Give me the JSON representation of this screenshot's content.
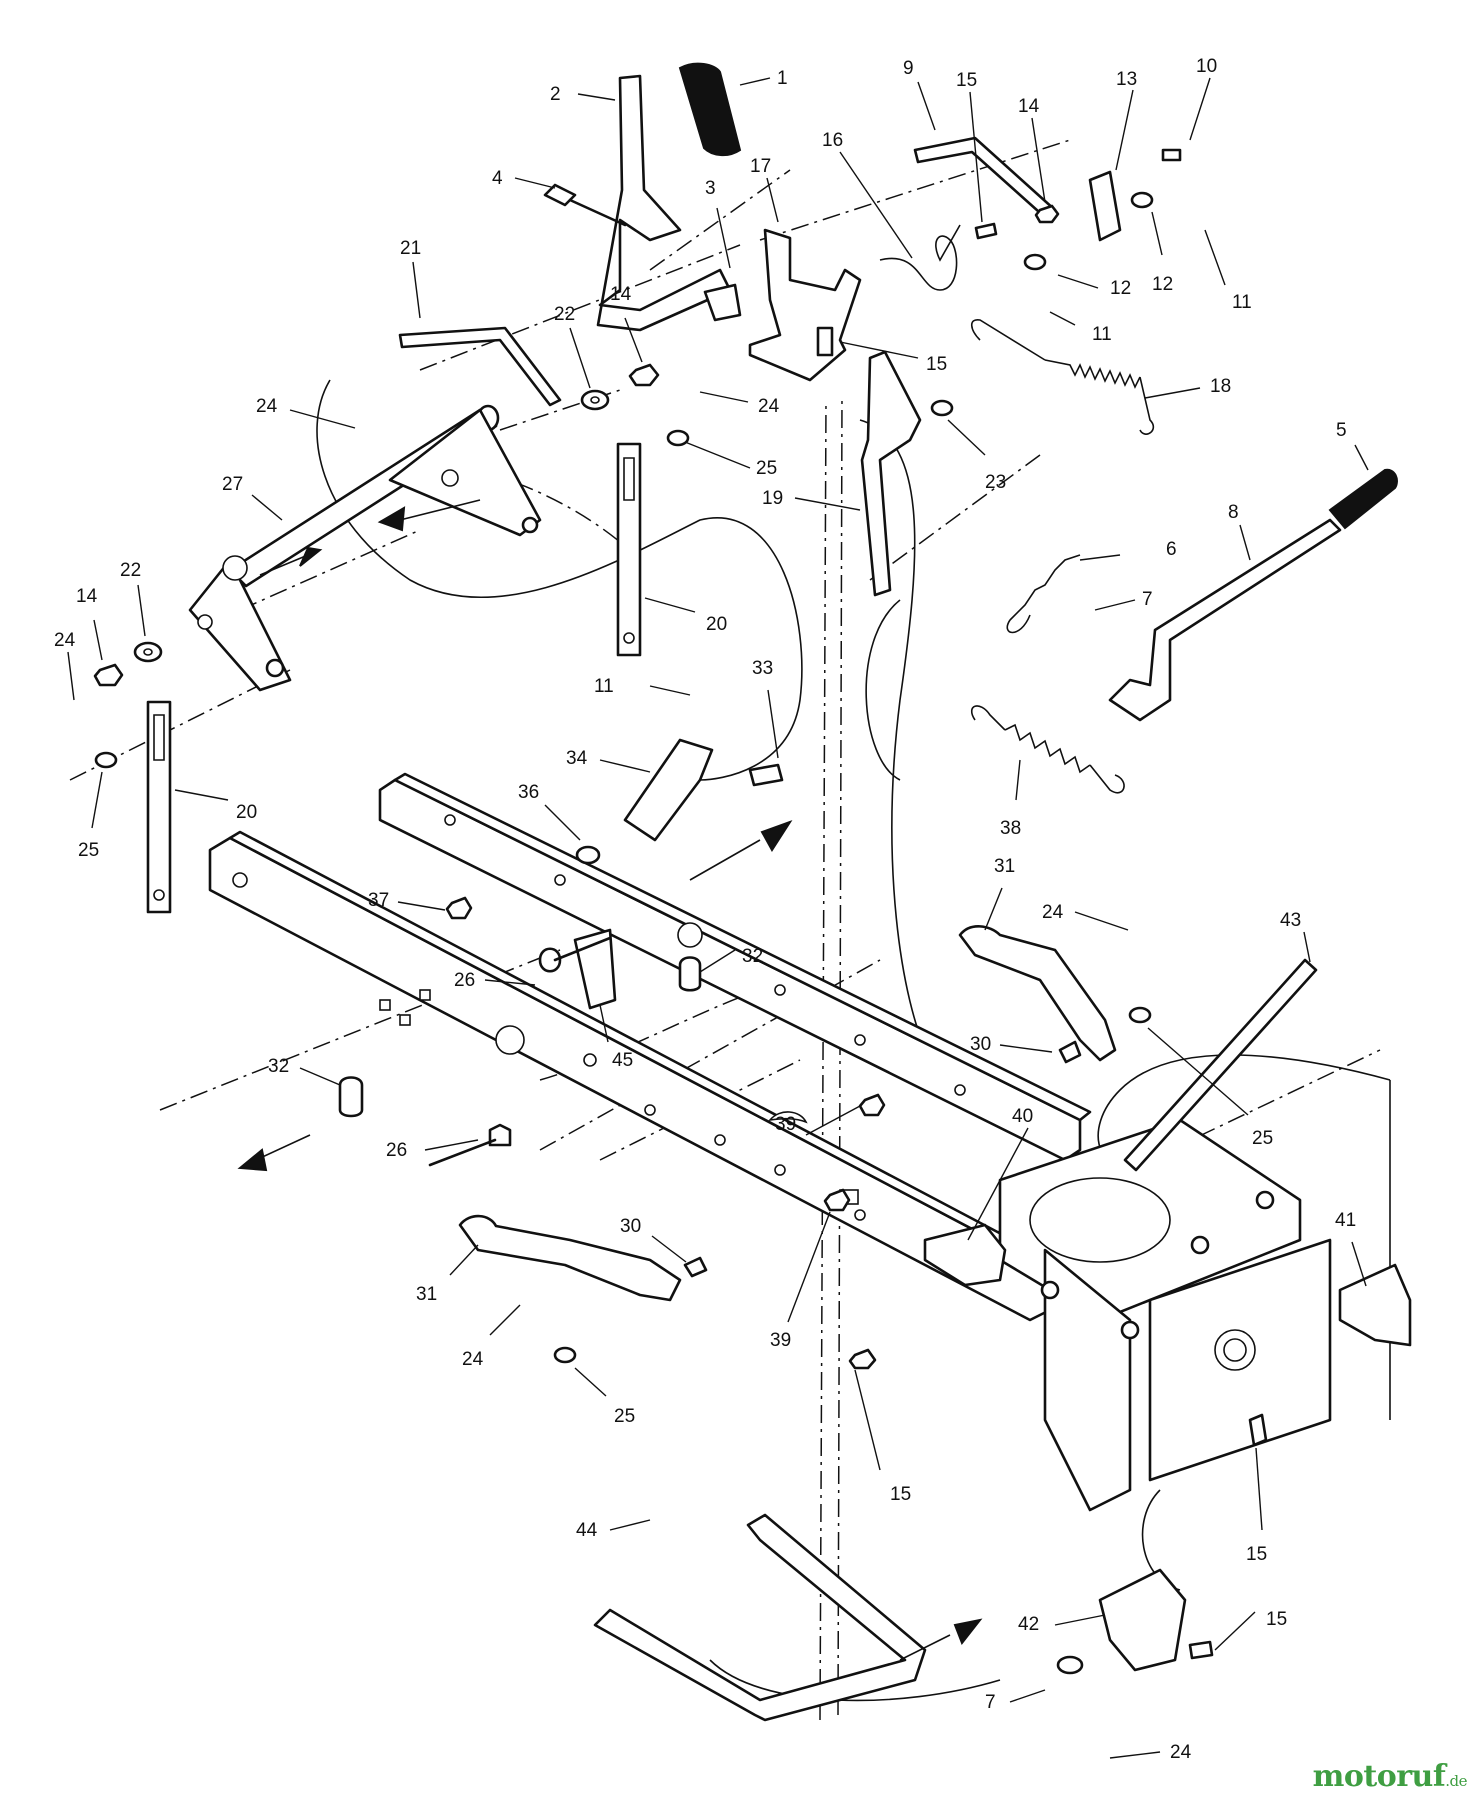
{
  "watermark": {
    "brand": "motoruf",
    "tld": ".de"
  },
  "callouts": [
    {
      "id": "c1",
      "text": "1"
    },
    {
      "id": "c2",
      "text": "2"
    },
    {
      "id": "c3",
      "text": "3"
    },
    {
      "id": "c4",
      "text": "4"
    },
    {
      "id": "c5",
      "text": "5"
    },
    {
      "id": "c6",
      "text": "6"
    },
    {
      "id": "c7a",
      "text": "7"
    },
    {
      "id": "c7b",
      "text": "7"
    },
    {
      "id": "c8",
      "text": "8"
    },
    {
      "id": "c9",
      "text": "9"
    },
    {
      "id": "c10",
      "text": "10"
    },
    {
      "id": "c11a",
      "text": "11"
    },
    {
      "id": "c11b",
      "text": "11"
    },
    {
      "id": "c11c",
      "text": "11"
    },
    {
      "id": "c12a",
      "text": "12"
    },
    {
      "id": "c12b",
      "text": "12"
    },
    {
      "id": "c13",
      "text": "13"
    },
    {
      "id": "c14a",
      "text": "14"
    },
    {
      "id": "c14b",
      "text": "14"
    },
    {
      "id": "c14c",
      "text": "14"
    },
    {
      "id": "c15a",
      "text": "15"
    },
    {
      "id": "c15b",
      "text": "15"
    },
    {
      "id": "c15c",
      "text": "15"
    },
    {
      "id": "c15d",
      "text": "15"
    },
    {
      "id": "c15e",
      "text": "15"
    },
    {
      "id": "c16",
      "text": "16"
    },
    {
      "id": "c17",
      "text": "17"
    },
    {
      "id": "c18",
      "text": "18"
    },
    {
      "id": "c19",
      "text": "19"
    },
    {
      "id": "c20a",
      "text": "20"
    },
    {
      "id": "c20b",
      "text": "20"
    },
    {
      "id": "c21",
      "text": "21"
    },
    {
      "id": "c22a",
      "text": "22"
    },
    {
      "id": "c22b",
      "text": "22"
    },
    {
      "id": "c23",
      "text": "23"
    },
    {
      "id": "c24a",
      "text": "24"
    },
    {
      "id": "c24b",
      "text": "24"
    },
    {
      "id": "c24c",
      "text": "24"
    },
    {
      "id": "c24d",
      "text": "24"
    },
    {
      "id": "c24e",
      "text": "24"
    },
    {
      "id": "c24f",
      "text": "24"
    },
    {
      "id": "c25a",
      "text": "25"
    },
    {
      "id": "c25b",
      "text": "25"
    },
    {
      "id": "c25c",
      "text": "25"
    },
    {
      "id": "c25d",
      "text": "25"
    },
    {
      "id": "c26a",
      "text": "26"
    },
    {
      "id": "c26b",
      "text": "26"
    },
    {
      "id": "c27",
      "text": "27"
    },
    {
      "id": "c30a",
      "text": "30"
    },
    {
      "id": "c30b",
      "text": "30"
    },
    {
      "id": "c31a",
      "text": "31"
    },
    {
      "id": "c31b",
      "text": "31"
    },
    {
      "id": "c32a",
      "text": "32"
    },
    {
      "id": "c32b",
      "text": "32"
    },
    {
      "id": "c33",
      "text": "33"
    },
    {
      "id": "c34",
      "text": "34"
    },
    {
      "id": "c36",
      "text": "36"
    },
    {
      "id": "c37",
      "text": "37"
    },
    {
      "id": "c38",
      "text": "38"
    },
    {
      "id": "c39a",
      "text": "39"
    },
    {
      "id": "c39b",
      "text": "39"
    },
    {
      "id": "c40",
      "text": "40"
    },
    {
      "id": "c41",
      "text": "41"
    },
    {
      "id": "c42",
      "text": "42"
    },
    {
      "id": "c43",
      "text": "43"
    },
    {
      "id": "c44",
      "text": "44"
    },
    {
      "id": "c45",
      "text": "45"
    }
  ]
}
